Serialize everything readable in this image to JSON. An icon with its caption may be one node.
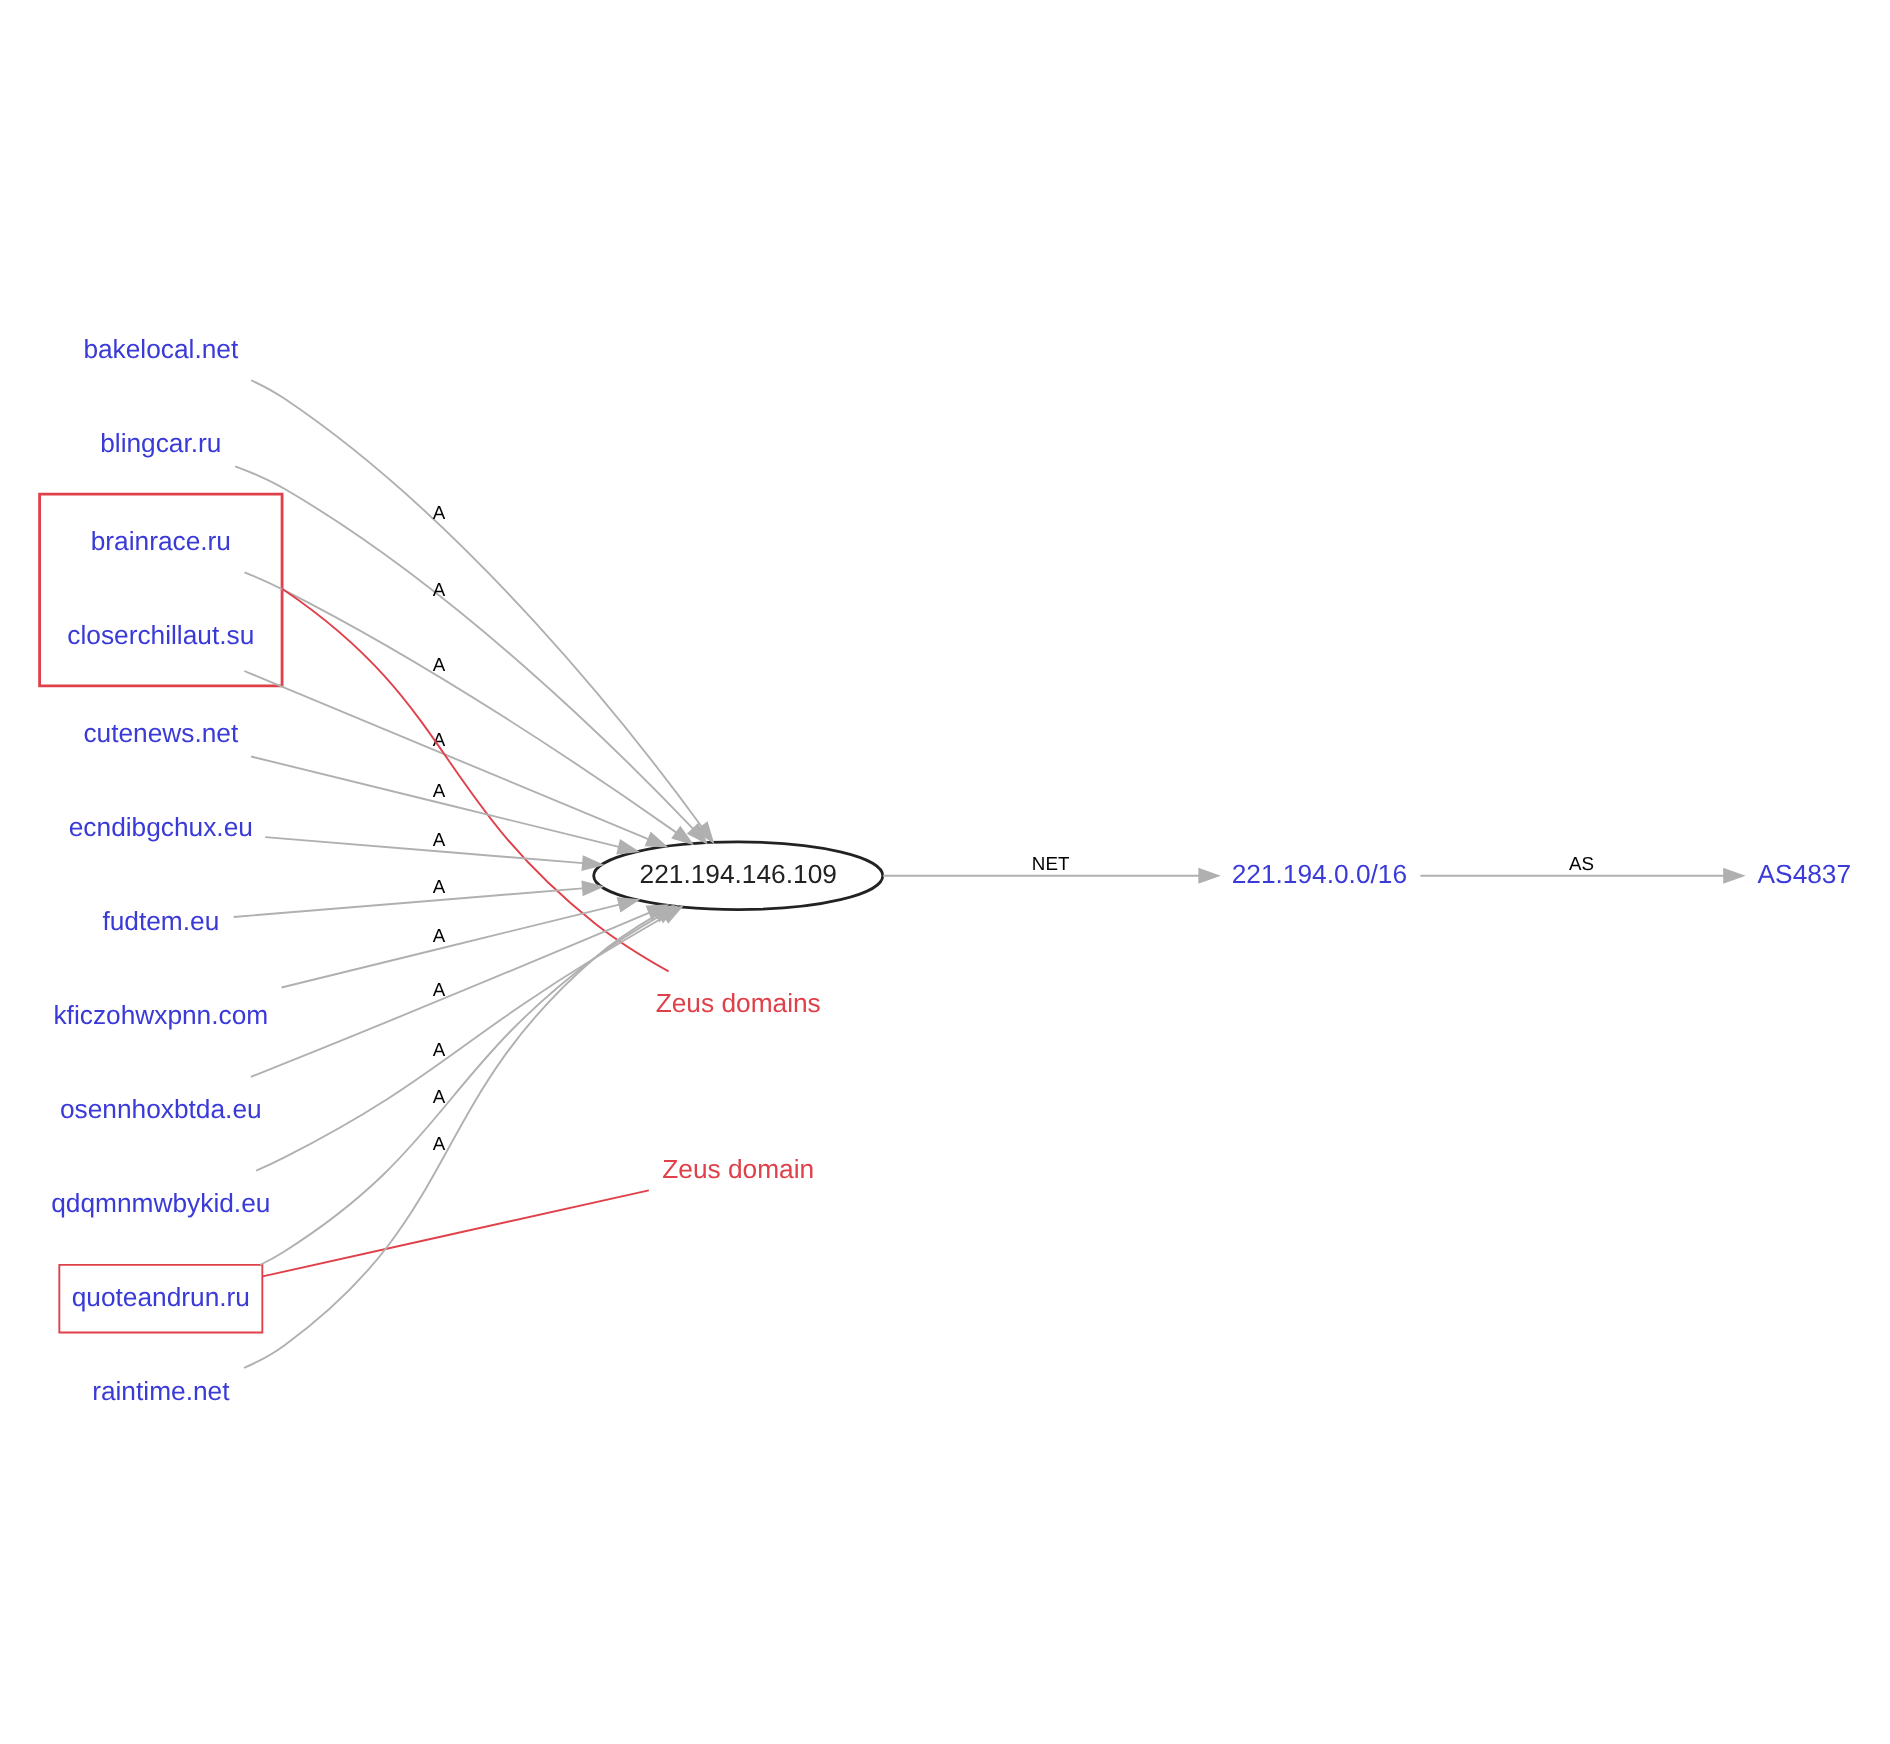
{
  "diagram": {
    "nodes": [
      {
        "text": [
          "bakelocal.net"
        ]
      },
      {
        "text": [
          "blingcar.ru"
        ]
      },
      {
        "text": [],
        "shape": "box"
      },
      {
        "text": [
          "brainrace.ru"
        ],
        "in": 2
      },
      {
        "text": [
          "closerchillaut.su"
        ],
        "in": 2
      },
      {
        "text": [
          "Zeus domains"
        ]
      },
      {
        "text": [
          "cutenews.net"
        ]
      },
      {
        "text": [
          "ecndibgchux.eu"
        ]
      },
      {
        "text": [
          "221.194.146.109"
        ]
      },
      {
        "text": [
          "221.194.0.0/16"
        ]
      },
      {
        "text": [
          "AS4837"
        ]
      },
      {
        "text": [
          "fudtem.eu"
        ]
      },
      {
        "text": [
          "kficzohwxpnn.com"
        ]
      },
      {
        "text": [
          "osennhoxbtda.eu"
        ]
      },
      {
        "text": [
          "qdqmnmwbykid.eu"
        ]
      },
      {
        "text": [
          "Zeus domain"
        ]
      },
      {
        "text": [
          "quoteandrun.ru"
        ]
      },
      {
        "text": [
          "raintime.net"
        ]
      }
    ],
    "edges": [
      {
        "from": 0,
        "to": 8,
        "arrow": "to",
        "label": "A"
      },
      {
        "from": 1,
        "to": 8,
        "arrow": "to",
        "label": "A"
      },
      {
        "from": 3,
        "to": 8,
        "arrow": "to",
        "label": "A"
      },
      {
        "from": 4,
        "to": 8,
        "arrow": "to",
        "label": "A"
      },
      {
        "from": 6,
        "to": 8,
        "arrow": "to",
        "label": "A"
      },
      {
        "from": 7,
        "to": 8,
        "arrow": "to",
        "label": "A"
      },
      {
        "from": 11,
        "to": 8,
        "arrow": "to",
        "label": "A"
      },
      {
        "from": 12,
        "to": 8,
        "arrow": "to",
        "label": "A"
      },
      {
        "from": 13,
        "to": 8,
        "arrow": "to",
        "label": "A"
      },
      {
        "from": 14,
        "to": 8,
        "arrow": "to",
        "label": "A"
      },
      {
        "from": 16,
        "to": 8,
        "arrow": "to",
        "label": "A"
      },
      {
        "from": 17,
        "to": 8,
        "arrow": "to",
        "label": "A"
      },
      {
        "from": 8,
        "to": 9,
        "arrow": "to",
        "label": "NET"
      },
      {
        "from": 9,
        "to": 10,
        "arrow": "to",
        "label": "AS"
      },
      {
        "from": 5,
        "to": 2,
        "arrow": "none",
        "color": "#e0404a"
      },
      {
        "from": 15,
        "to": 16,
        "arrow": "none",
        "color": "#e0404a"
      }
    ]
  }
}
